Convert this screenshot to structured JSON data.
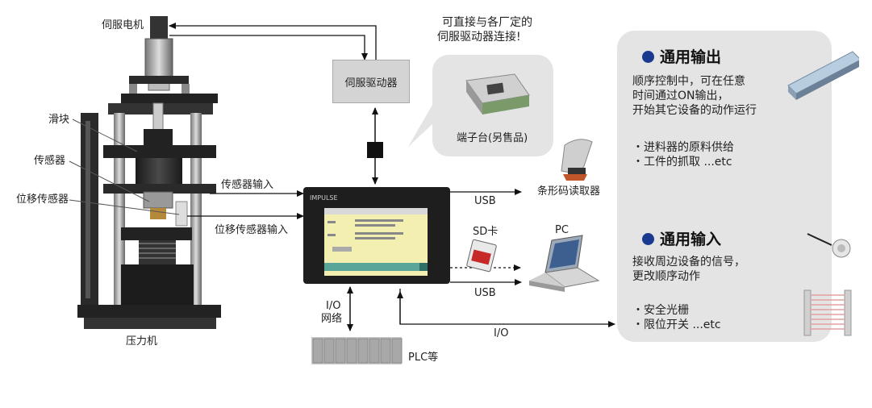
{
  "labels": {
    "servo_motor": "伺服电机",
    "slider": "滑块",
    "sensor": "传感器",
    "displacement_sensor": "位移传感器",
    "press": "压力机",
    "servo_driver": "伺服驱动器",
    "driver_note_line1": "可直接与各厂定的",
    "driver_note_line2": "伺服驱动器连接!",
    "terminal_block": "端子台(另售品)",
    "sensor_input": "传感器输入",
    "displacement_input": "位移传感器输入",
    "usb_top": "USB",
    "barcode_reader": "条形码读取器",
    "sd_card": "SD卡",
    "pc": "PC",
    "usb_bottom": "USB",
    "io_network_line1": "I/O",
    "io_network_line2": "网络",
    "plc": "PLC等",
    "io": "I/O",
    "device_brand": "IMPULSE"
  },
  "output_panel": {
    "title": "通用输出",
    "lines": [
      "顺序控制中，可在任意",
      "时间通过ON输出，",
      "开始其它设备的动作运行"
    ],
    "bullets": [
      "・进料器的原料供给",
      "・工件的抓取 ...etc"
    ]
  },
  "input_panel": {
    "title": "通用输入",
    "lines": [
      "接收周边设备的信号，",
      "更改顺序动作"
    ],
    "bullets": [
      "・安全光栅",
      "・限位开关 ...etc"
    ]
  },
  "colors": {
    "accent_dot": "#1a3a8f",
    "panel_bg": "#e4e4e4",
    "screen_bg": "#f3efb0",
    "arrow": "#111111"
  }
}
